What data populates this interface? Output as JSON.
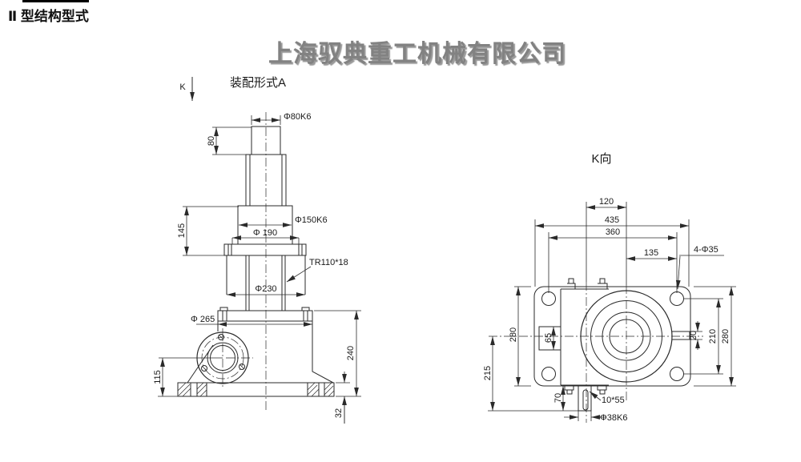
{
  "page": {
    "header_title": "Ⅱ 型结构型式",
    "watermark": "上海驭典重工机械有限公司"
  },
  "front_view": {
    "view_label": "K",
    "title": "装配形式A",
    "dims": {
      "top_shaft_dia": "Φ80K6",
      "top_shaft_len": "80",
      "spindle_dia": "Φ150K6",
      "boss_dia": "Φ 190",
      "section_height": "145",
      "screw_thread": "TR110*18",
      "tube_dia": "Φ230",
      "plate_dia": "Φ 265",
      "worm_center_height": "115",
      "total_height": "240",
      "base_thickness": "32"
    }
  },
  "k_view": {
    "title": "K向",
    "dims": {
      "center_offset": "120",
      "overall_width": "435",
      "bolt_span_width": "360",
      "hole_offset": "135",
      "corner_holes": "4-Φ35",
      "flange_height_left": "280",
      "pocket_height": "65",
      "center_to_bottom": "215",
      "worm_shaft_key": "20",
      "bolt_span_height": "210",
      "flange_height_right": "280",
      "shaft_length": "70",
      "keyway": "10*55",
      "shaft_dia": "Φ38K6"
    }
  },
  "colors": {
    "line": "#2a2a2a",
    "text": "#1a1a1a",
    "watermark": "#828282",
    "background": "#ffffff"
  }
}
